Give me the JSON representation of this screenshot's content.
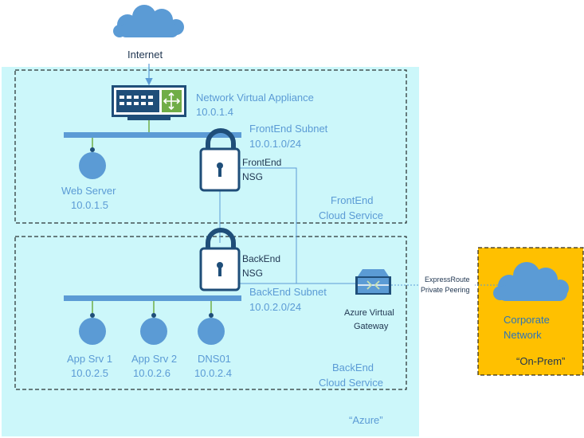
{
  "internet": {
    "label": "Internet"
  },
  "nva": {
    "label": "Network Virtual Appliance",
    "ip": "10.0.1.4"
  },
  "frontend_subnet": {
    "label": "FrontEnd Subnet",
    "cidr": "10.0.1.0/24"
  },
  "web_server": {
    "label": "Web Server",
    "ip": "10.0.1.5"
  },
  "frontend_nsg": {
    "line1": "FrontEnd",
    "line2": "NSG"
  },
  "frontend_cloud_service": {
    "line1": "FrontEnd",
    "line2": "Cloud Service"
  },
  "backend_nsg": {
    "line1": "BackEnd",
    "line2": "NSG"
  },
  "backend_subnet": {
    "label": "BackEnd Subnet",
    "cidr": "10.0.2.0/24"
  },
  "app_srv_1": {
    "label": "App Srv 1",
    "ip": "10.0.2.5"
  },
  "app_srv_2": {
    "label": "App Srv 2",
    "ip": "10.0.2.6"
  },
  "dns01": {
    "label": "DNS01",
    "ip": "10.0.2.4"
  },
  "backend_cloud_service": {
    "line1": "BackEnd",
    "line2": "Cloud Service"
  },
  "azure_gateway": {
    "line1": "Azure Virtual",
    "line2": "Gateway"
  },
  "expressroute": {
    "line1": "ExpressRoute",
    "line2": "Private Peering"
  },
  "corporate_network": {
    "line1": "Corporate",
    "line2": "Network"
  },
  "on_prem": {
    "label": "“On-Prem”"
  },
  "azure_region": {
    "label": "“Azure”"
  },
  "colors": {
    "azure_bg": "#ccf7fa",
    "onprem_bg": "#ffc000",
    "icon_blue": "#5b9bd5",
    "dark_blue": "#1f4e79",
    "label_blue": "#5b9bd5",
    "connector_green": "#70ad47"
  }
}
